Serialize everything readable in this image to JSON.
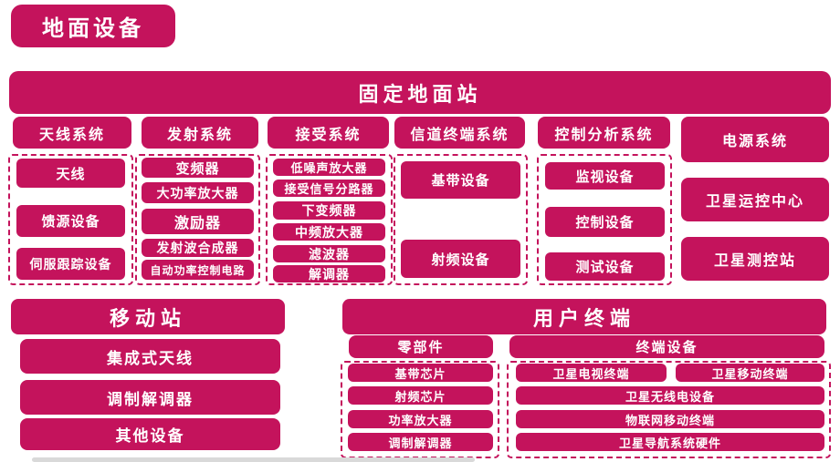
{
  "colors": {
    "brand": "#C4135C",
    "text_on_brand": "#FFFFFF",
    "background": "#FFFFFF"
  },
  "title": "地面设备",
  "fixed_station": {
    "title": "固定地面站",
    "columns": [
      {
        "header": "天线系统",
        "items": [
          "天线",
          "馈源设备",
          "伺服跟踪设备"
        ]
      },
      {
        "header": "发射系统",
        "items": [
          "变频器",
          "大功率放大器",
          "激励器",
          "发射波合成器",
          "自动功率控制电路"
        ]
      },
      {
        "header": "接受系统",
        "items": [
          "低噪声放大器",
          "接受信号分路器",
          "下变频器",
          "中频放大器",
          "滤波器",
          "解调器"
        ]
      },
      {
        "header": "信道终端系统",
        "items": [
          "基带设备",
          "射频设备"
        ]
      },
      {
        "header": "控制分析系统",
        "items": [
          "监视设备",
          "控制设备",
          "测试设备"
        ]
      }
    ],
    "side_boxes": [
      "电源系统",
      "卫星运控中心",
      "卫星测控站"
    ]
  },
  "mobile_station": {
    "title": "移动站",
    "items": [
      "集成式天线",
      "调制解调器",
      "其他设备"
    ]
  },
  "user_terminal": {
    "title": "用户终端",
    "parts": {
      "header": "零部件",
      "items": [
        "基带芯片",
        "射频芯片",
        "功率放大器",
        "调制解调器"
      ]
    },
    "devices": {
      "header": "终端设备",
      "row1": [
        "卫星电视终端",
        "卫星移动终端"
      ],
      "rows": [
        "卫星无线电设备",
        "物联网移动终端",
        "卫星导航系统硬件"
      ]
    }
  }
}
